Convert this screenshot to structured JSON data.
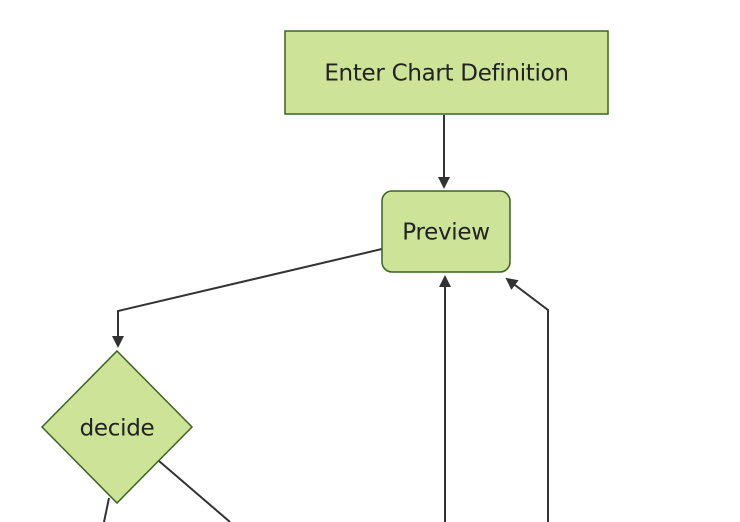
{
  "diagram": {
    "type": "flowchart",
    "direction": "top-down",
    "background": "#ffffff",
    "colors": {
      "background": "#ffffff",
      "node_fill": "#cde498",
      "node_stroke": "#3b6320",
      "edge": "#333333",
      "text": "#222222"
    },
    "nodes": [
      {
        "id": "A",
        "label": "Enter Chart Definition",
        "shape": "rectangle"
      },
      {
        "id": "B",
        "label": "Preview",
        "shape": "rounded-rectangle"
      },
      {
        "id": "C",
        "label": "decide",
        "shape": "diamond"
      }
    ],
    "edges": [
      {
        "from": "A",
        "to": "B",
        "arrow": true
      },
      {
        "from": "B",
        "to": "C",
        "arrow": true
      },
      {
        "from": "offscreen-bottom",
        "to": "B",
        "arrow": true
      },
      {
        "from": "offscreen-bottom-right",
        "to": "B",
        "arrow": true
      },
      {
        "from": "C",
        "to": "offscreen-bottom-right",
        "arrow": false
      },
      {
        "from": "C",
        "to": "offscreen-bottom-left",
        "arrow": false
      }
    ]
  }
}
